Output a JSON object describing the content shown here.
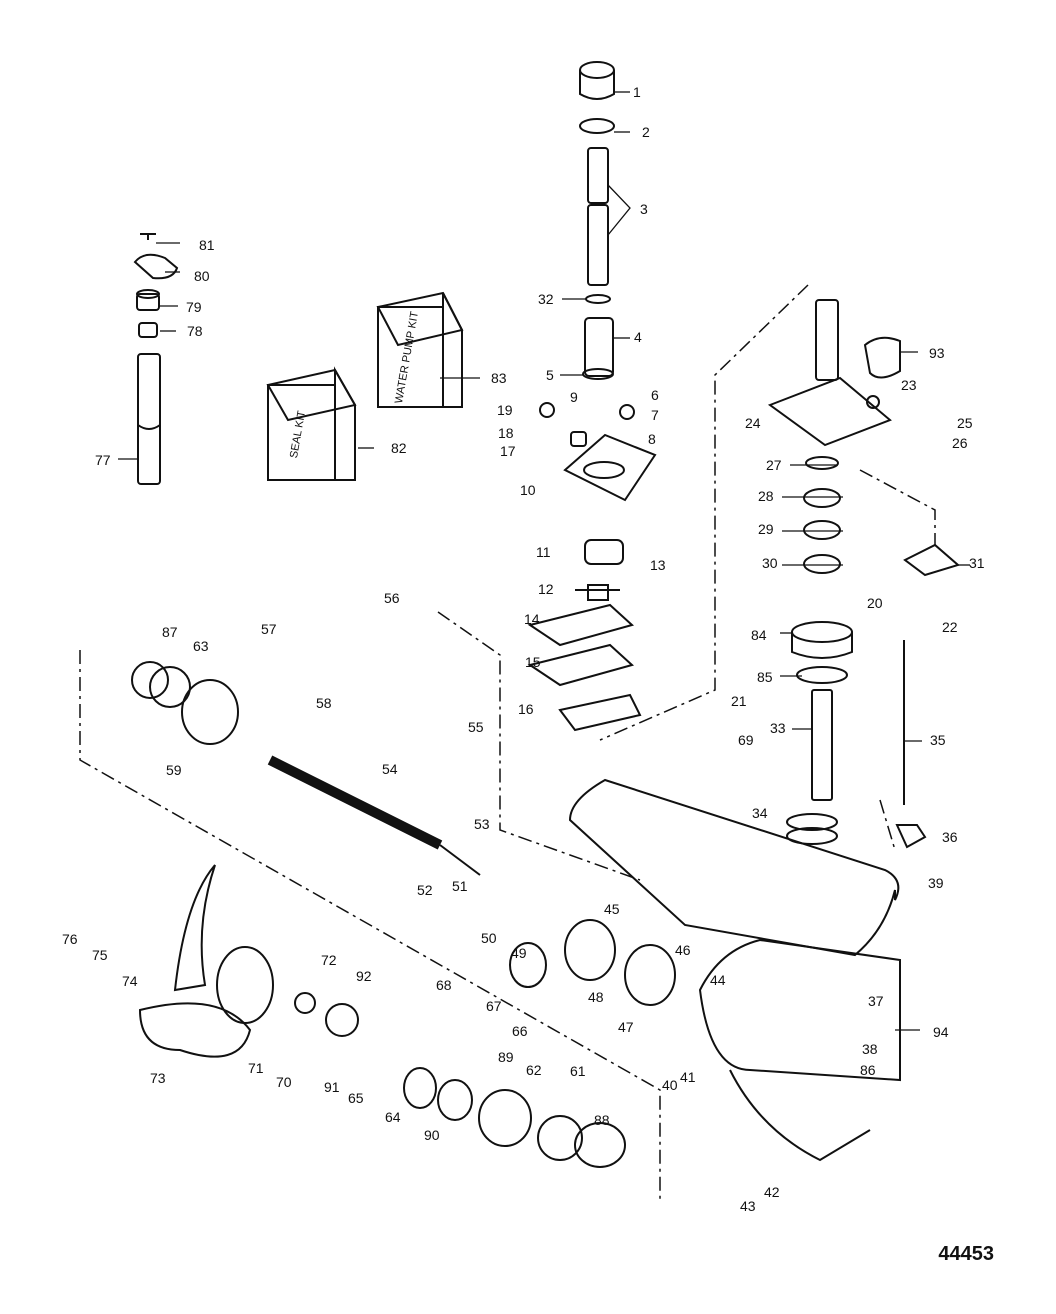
{
  "doc_number": "44453",
  "kits": {
    "seal_kit": "SEAL KIT",
    "water_pump_kit": "WATER PUMP KIT"
  },
  "callouts": [
    "1",
    "2",
    "3",
    "32",
    "4",
    "5",
    "6",
    "7",
    "8",
    "9",
    "10",
    "11",
    "12",
    "13",
    "14",
    "15",
    "16",
    "17",
    "18",
    "19",
    "20",
    "21",
    "22",
    "23",
    "24",
    "25",
    "26",
    "27",
    "28",
    "29",
    "30",
    "31",
    "33",
    "34",
    "35",
    "36",
    "37",
    "38",
    "39",
    "40",
    "41",
    "42",
    "43",
    "44",
    "45",
    "46",
    "47",
    "48",
    "49",
    "50",
    "51",
    "52",
    "53",
    "54",
    "55",
    "56",
    "57",
    "58",
    "59",
    "61",
    "62",
    "63",
    "64",
    "65",
    "66",
    "67",
    "68",
    "69",
    "70",
    "71",
    "72",
    "73",
    "74",
    "75",
    "76",
    "77",
    "78",
    "79",
    "80",
    "81",
    "82",
    "83",
    "84",
    "85",
    "86",
    "87",
    "88",
    "89",
    "90",
    "91",
    "92",
    "93",
    "94"
  ]
}
